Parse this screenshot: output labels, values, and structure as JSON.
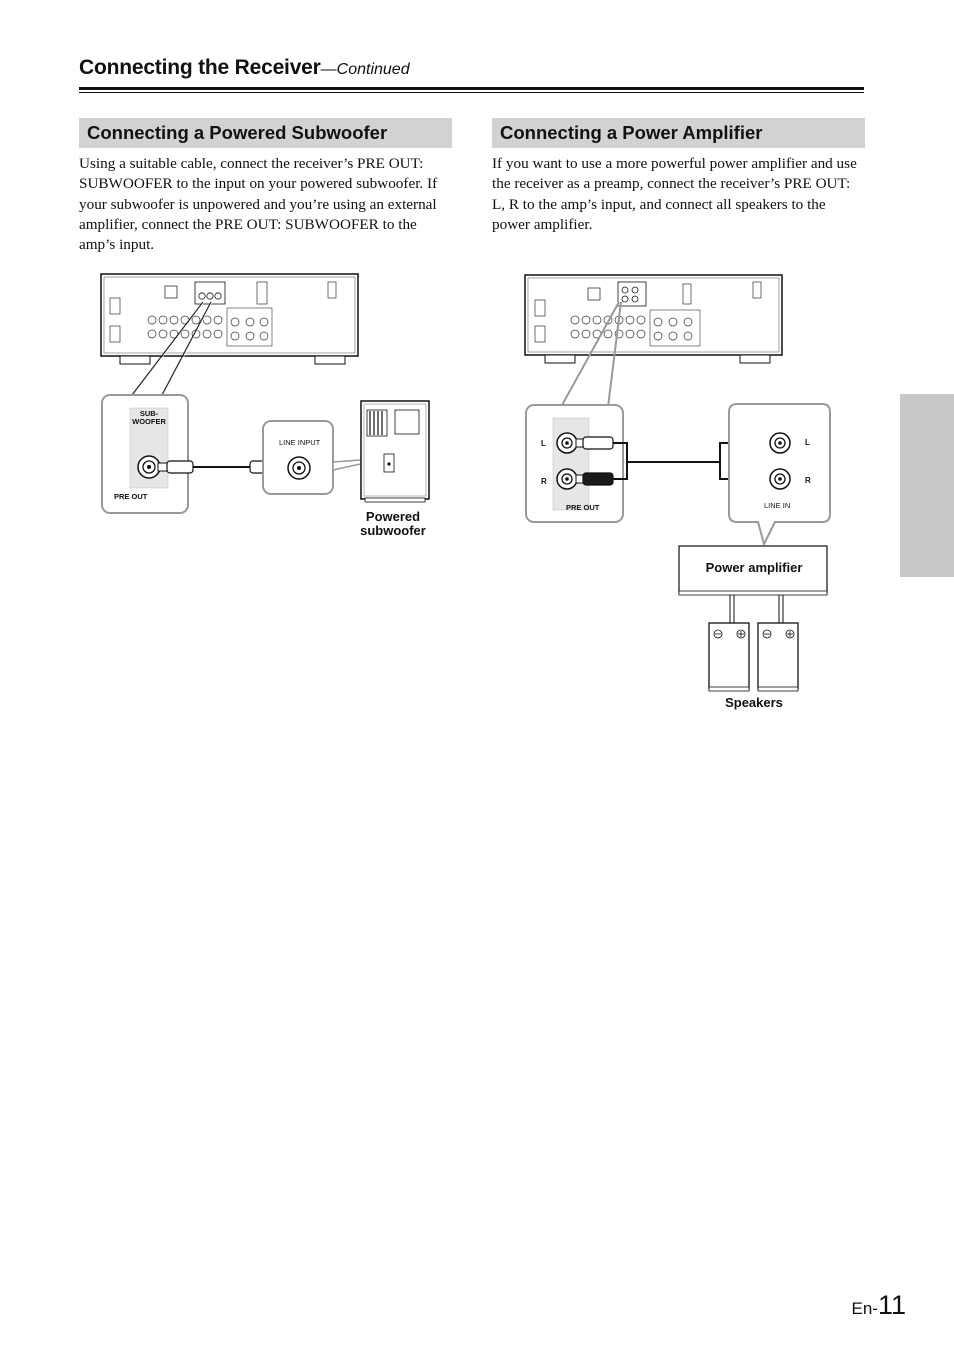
{
  "header": {
    "title": "Connecting the Receiver",
    "continued": "—Continued"
  },
  "sections": {
    "subwoofer": {
      "heading": "Connecting a Powered Subwoofer",
      "body": "Using a suitable cable, connect the receiver’s PRE OUT: SUBWOOFER to the input on your powered subwoofer. If your subwoofer is unpowered and you’re using an external amplifier, connect the PRE OUT: SUBWOOFER to the amp’s input.",
      "diagram": {
        "jack_label": "SUB-\nWOOFER",
        "jack_label_line1": "SUB-",
        "jack_label_line2": "WOOFER",
        "pre_out": "PRE OUT",
        "line_input": "LINE INPUT",
        "device_line1": "Powered",
        "device_line2": "subwoofer"
      }
    },
    "amplifier": {
      "heading": "Connecting a Power Amplifier",
      "body": "If you want to use a more powerful power amplifier and use the receiver as a preamp, connect the receiver’s PRE OUT: L, R to the amp’s input, and connect all speakers to the power amplifier.",
      "diagram": {
        "left_l": "L",
        "left_r": "R",
        "pre_out": "PRE OUT",
        "right_l": "L",
        "right_r": "R",
        "line_in": "LINE IN",
        "amp_label": "Power amplifier",
        "speakers_label": "Speakers"
      }
    }
  },
  "page": {
    "prefix": "En-",
    "number": "11"
  }
}
